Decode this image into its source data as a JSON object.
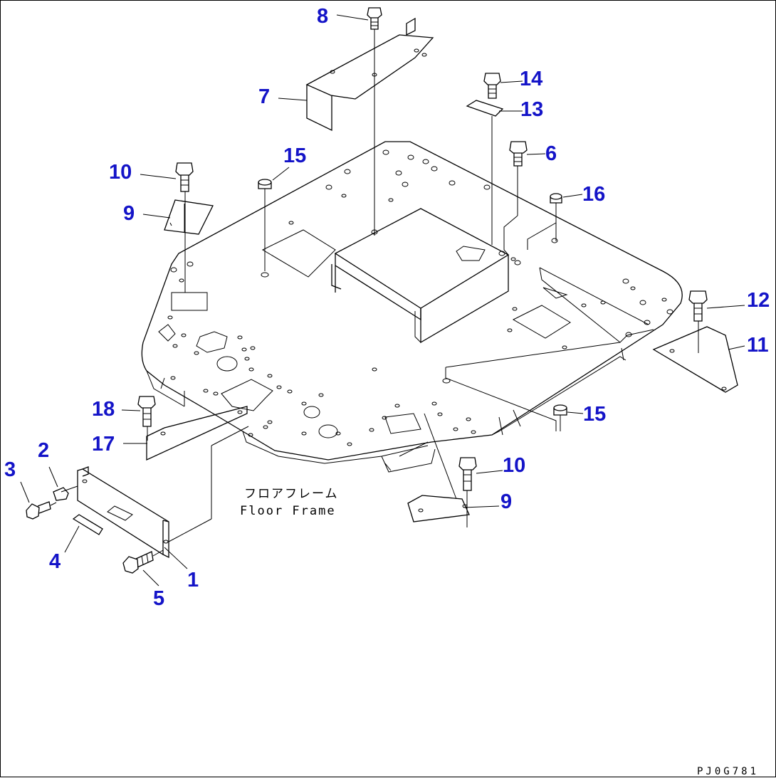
{
  "diagram": {
    "caption_jp": "フロアフレーム",
    "caption_en": "Floor Frame",
    "drawing_code": "PJ0G781",
    "callouts": [
      {
        "id": "8",
        "label": "8"
      },
      {
        "id": "7",
        "label": "7"
      },
      {
        "id": "14",
        "label": "14"
      },
      {
        "id": "13",
        "label": "13"
      },
      {
        "id": "6",
        "label": "6"
      },
      {
        "id": "15a",
        "label": "15"
      },
      {
        "id": "16",
        "label": "16"
      },
      {
        "id": "10a",
        "label": "10"
      },
      {
        "id": "9a",
        "label": "9"
      },
      {
        "id": "12",
        "label": "12"
      },
      {
        "id": "11",
        "label": "11"
      },
      {
        "id": "18",
        "label": "18"
      },
      {
        "id": "15b",
        "label": "15"
      },
      {
        "id": "17",
        "label": "17"
      },
      {
        "id": "3",
        "label": "3"
      },
      {
        "id": "2",
        "label": "2"
      },
      {
        "id": "10b",
        "label": "10"
      },
      {
        "id": "9b",
        "label": "9"
      },
      {
        "id": "4",
        "label": "4"
      },
      {
        "id": "1",
        "label": "1"
      },
      {
        "id": "5",
        "label": "5"
      }
    ]
  }
}
